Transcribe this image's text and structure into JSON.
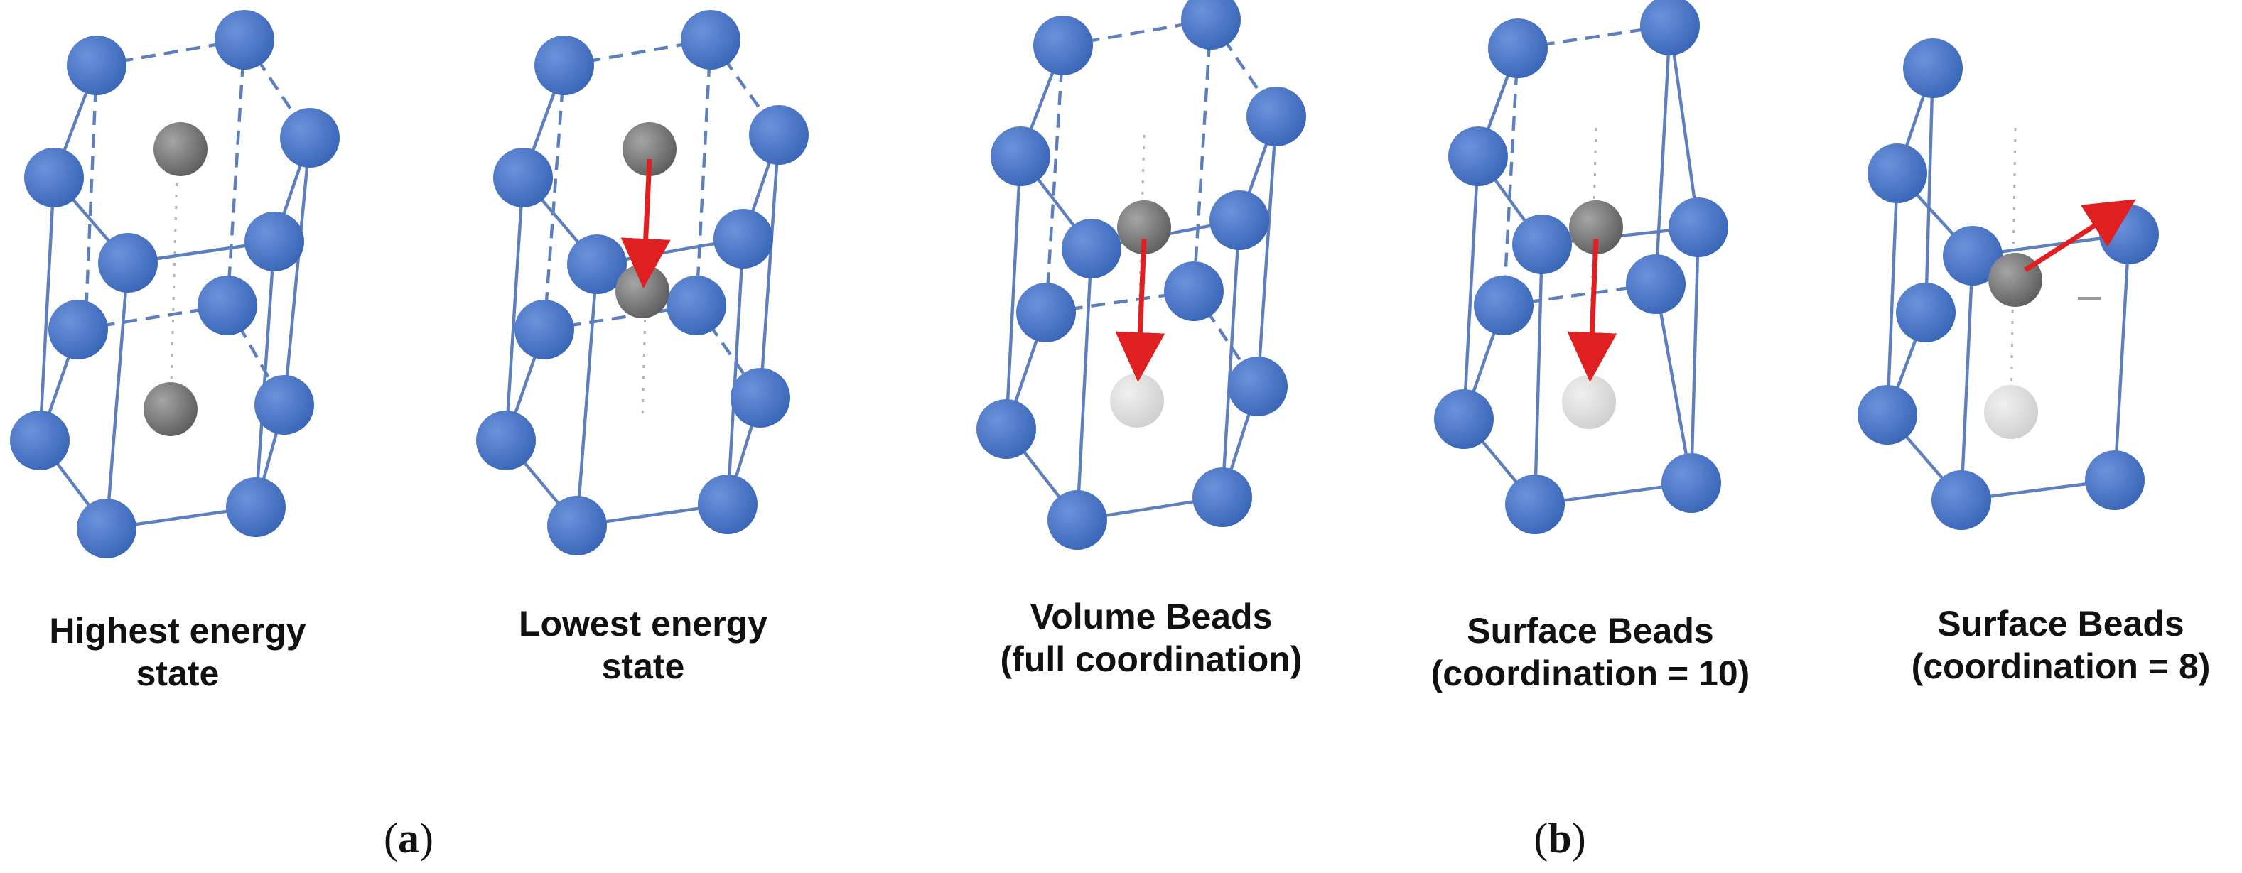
{
  "colors": {
    "atom_blue": "#4472c4",
    "atom_gray": "#7b7b7b",
    "atom_ghost": "#dcdcdc",
    "arrow": "#e02020",
    "edge": "#5d7fbe"
  },
  "captions": [
    {
      "lines": [
        "Highest energy",
        "state"
      ]
    },
    {
      "lines": [
        "Lowest energy",
        "state"
      ]
    },
    {
      "lines": [
        "Volume Beads",
        "(full coordination)"
      ]
    },
    {
      "lines": [
        "Surface Beads",
        "(coordination = 10)"
      ]
    },
    {
      "lines": [
        "Surface Beads",
        "(coordination = 8)"
      ]
    }
  ],
  "panel_labels": {
    "a": {
      "open": "(",
      "letter": "a",
      "close": ")"
    },
    "b": {
      "open": "(",
      "letter": "b",
      "close": ")"
    }
  },
  "icons": [
    "blue-atom-icon",
    "gray-atom-icon",
    "ghost-atom-icon",
    "red-arrow-icon"
  ]
}
